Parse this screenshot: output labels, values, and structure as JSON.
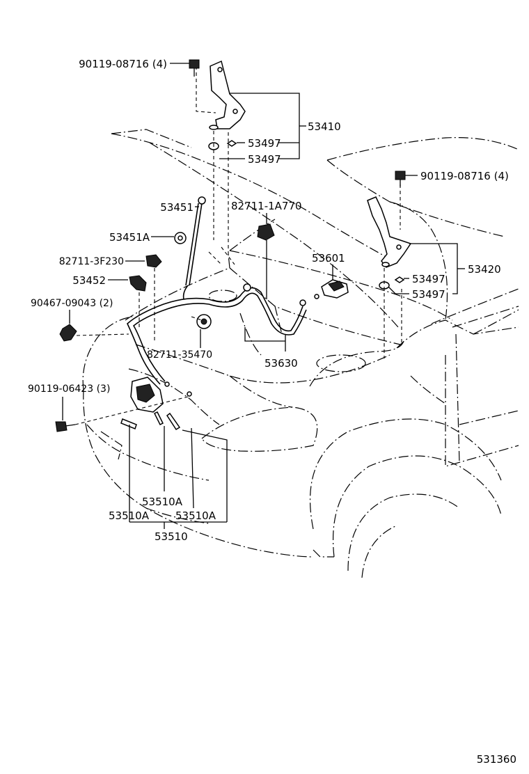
{
  "diagram_id": "531360",
  "labels": {
    "bolt_top_left": "90119-08716 (4)",
    "hinge_left": "53410",
    "washer_left_1": "53497",
    "washer_left_2": "53497",
    "bolt_top_right": "90119-08716 (4)",
    "support_rod": "53451",
    "clip_1A770": "82711-1A770",
    "grommet": "53451A",
    "clip_3F230": "82711-3F230",
    "holder": "53452",
    "clip_09043": "90467-09043 (2)",
    "clip_35470": "82711-35470",
    "release_lever": "53601",
    "hinge_right": "53420",
    "washer_right_1": "53497",
    "washer_right_2": "53497",
    "cable": "53630",
    "bolt_06423": "90119-06423 (3)",
    "lock_sub_1": "53510A",
    "lock_sub_2": "53510A",
    "lock_sub_3": "53510A",
    "lock_assy": "53510"
  }
}
